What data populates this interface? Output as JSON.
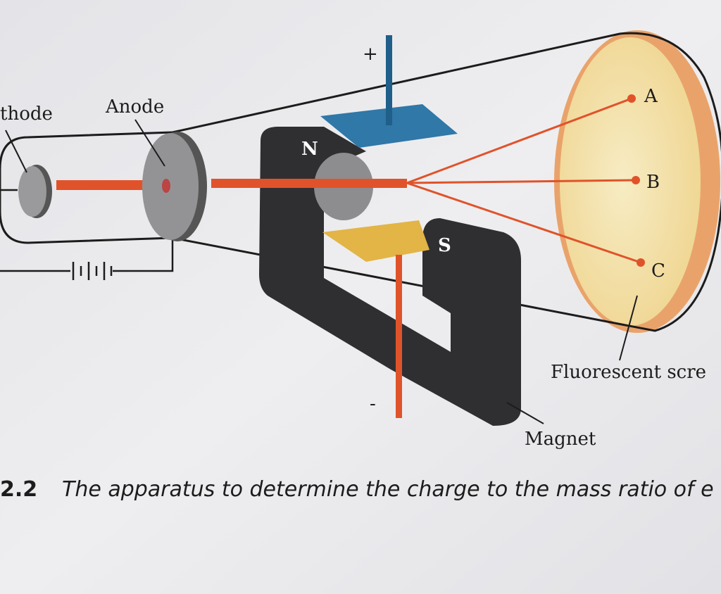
{
  "labels": {
    "cathode": "thode",
    "anode": "Anode",
    "positive_plate": "+",
    "negative_plate": "-",
    "north_pole": "N",
    "south_pole": "S",
    "point_a": "A",
    "point_b": "B",
    "point_c": "C",
    "screen": "Fluorescent scre",
    "magnet": "Magnet"
  },
  "caption": {
    "number": "2.2",
    "text": "The apparatus to determine the charge to the mass ratio of e"
  },
  "colors": {
    "beam": "#e0532a",
    "magnet": "#2f2f31",
    "top_plate": "#2f78a8",
    "bottom_plate": "#e3b446",
    "screen": "#f3dfa6",
    "electrode": "#8d8d90"
  }
}
